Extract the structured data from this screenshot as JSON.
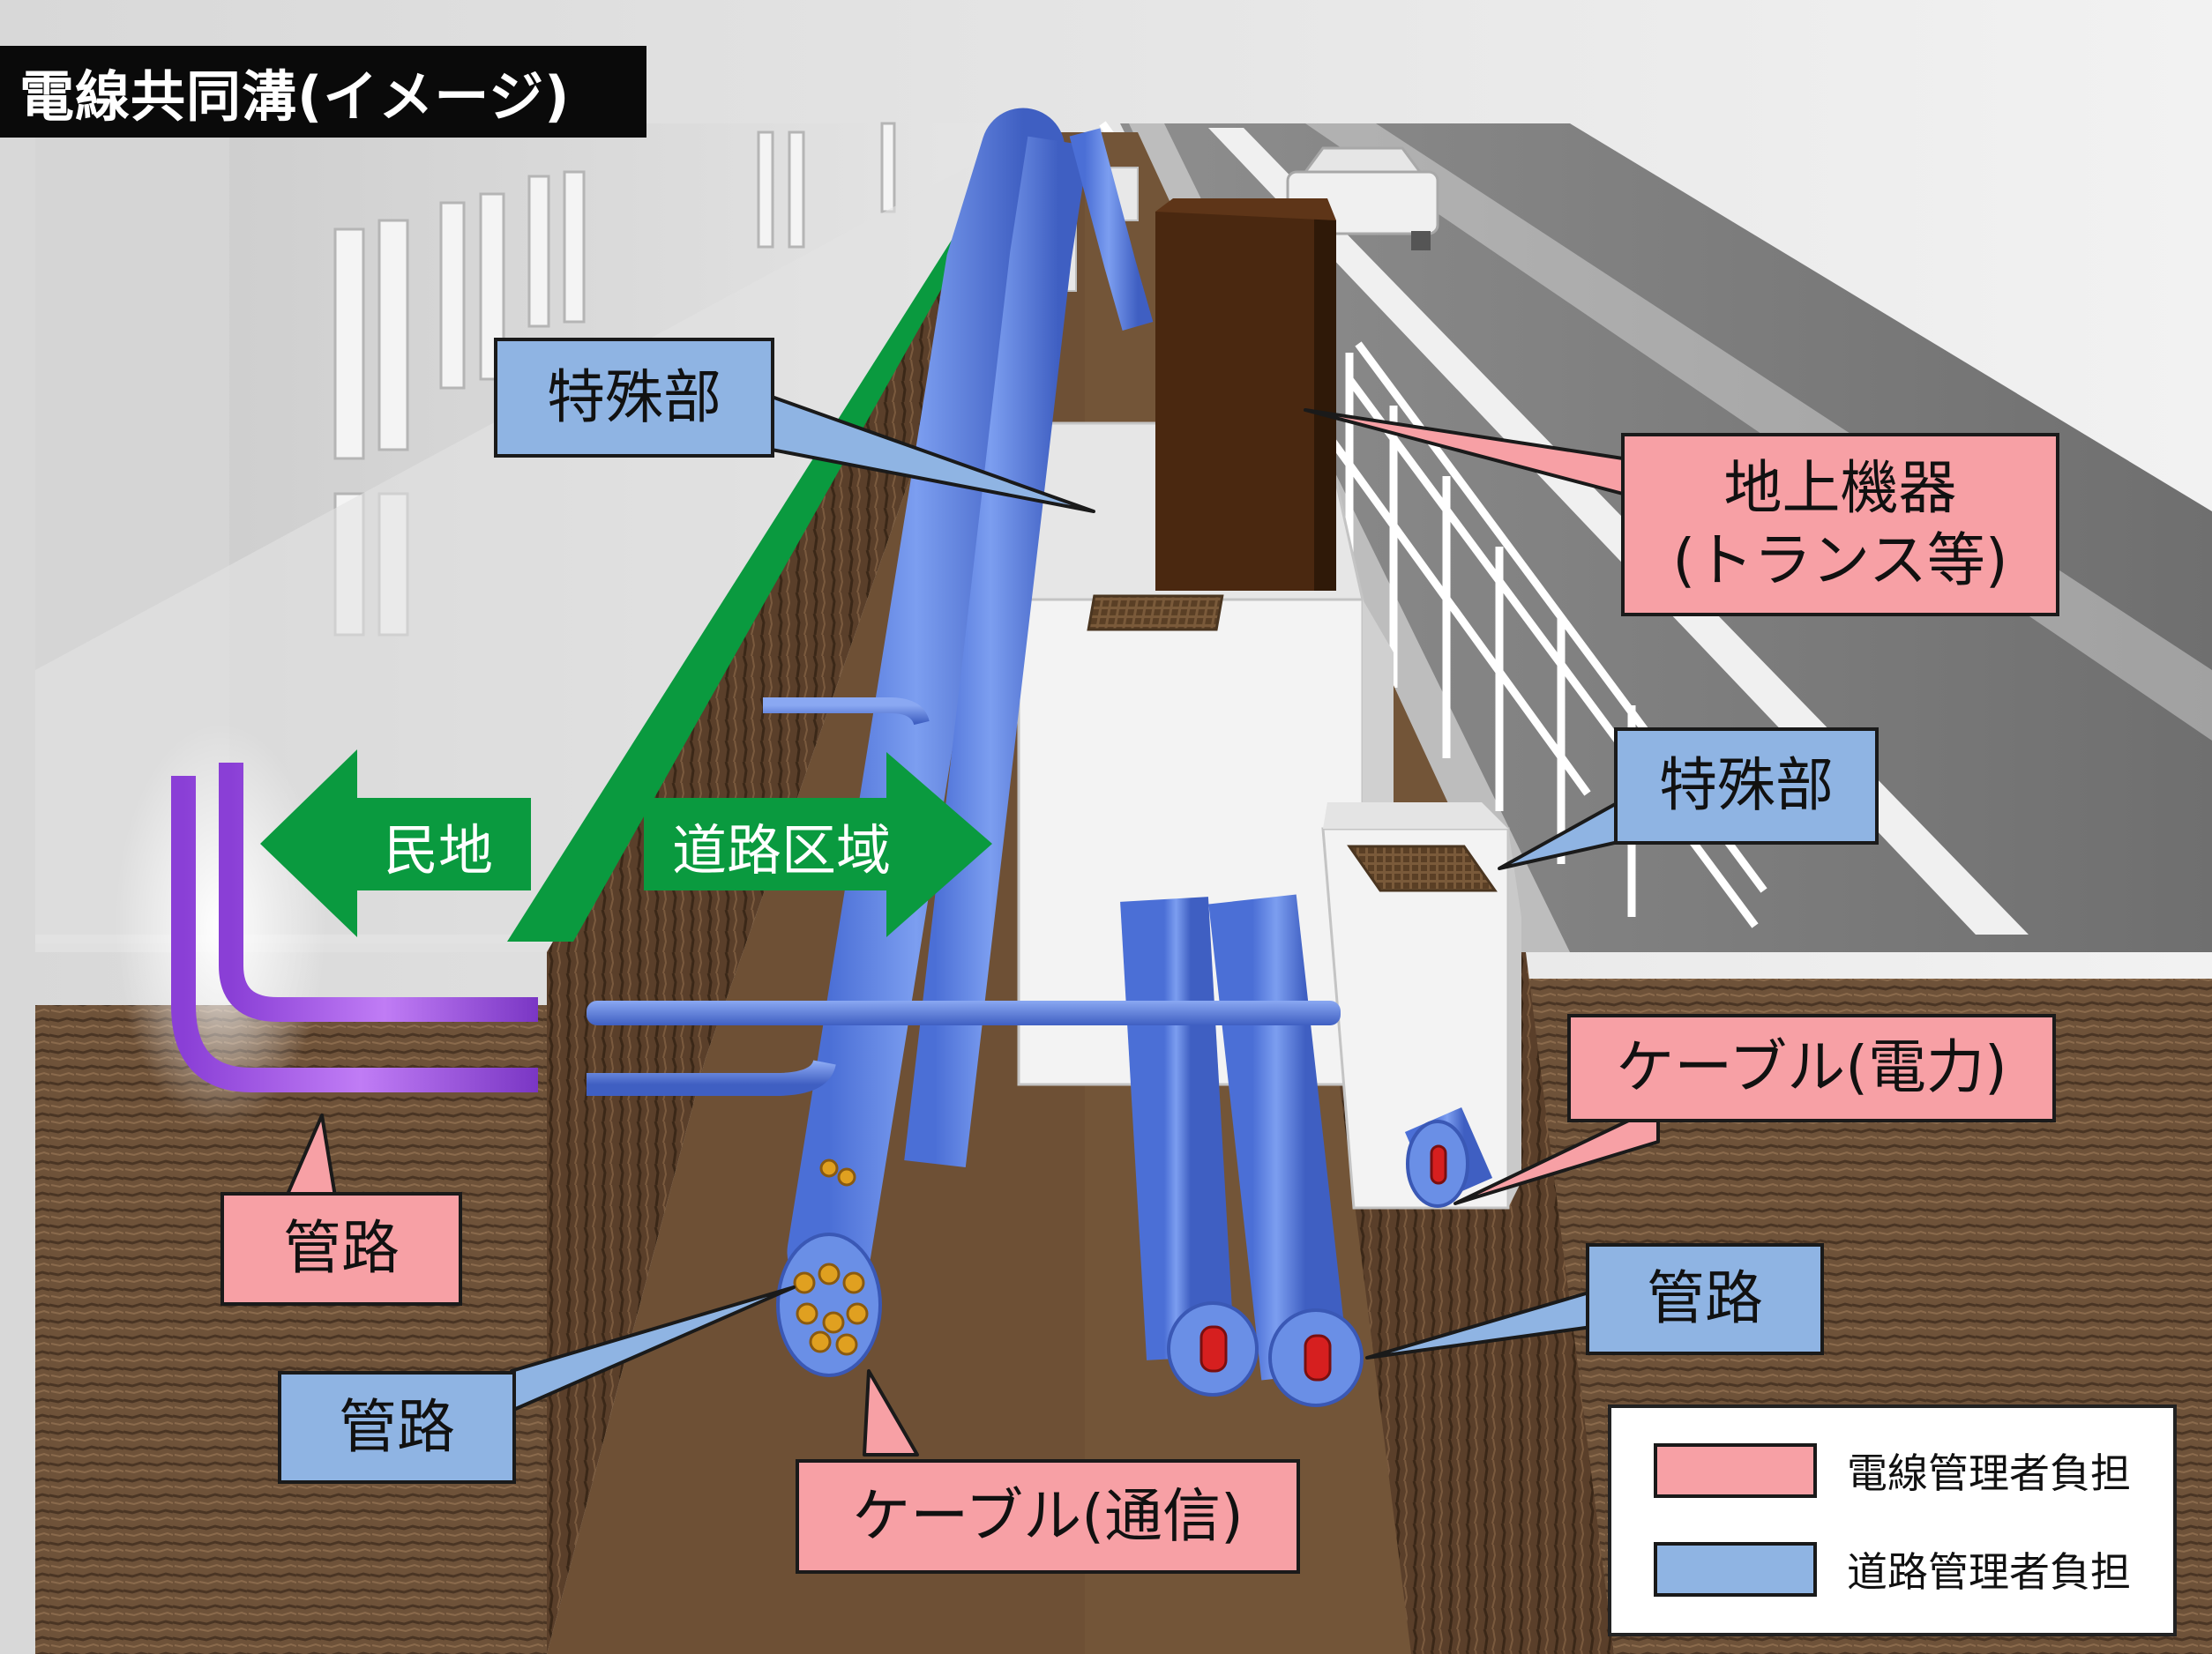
{
  "title": "電線共同溝(イメージ)",
  "arrows": {
    "private_land": "民地",
    "road_area": "道路区域"
  },
  "callouts": {
    "special_part_top": "特殊部",
    "special_part_right": "特殊部",
    "ground_equipment": "地上機器\n(トランス等)",
    "cable_power": "ケーブル(電力)",
    "conduit_left_pink": "管路",
    "conduit_left_blue": "管路",
    "conduit_right_blue": "管路",
    "cable_telecom": "ケーブル(通信)"
  },
  "legend": {
    "items": [
      {
        "label": "電線管理者負担",
        "color": "#f7a0a5"
      },
      {
        "label": "道路管理者負担",
        "color": "#8fb4e3"
      }
    ]
  },
  "colors": {
    "road_manager": "#8fb4e3",
    "cable_manager": "#f7a0a5",
    "boundary_green": "#0a9a3f",
    "soil": "#6b5038",
    "pipe_blue": "#5f83e0",
    "pipe_purple": "#a35ae6",
    "equipment_brown": "#4a2810"
  }
}
